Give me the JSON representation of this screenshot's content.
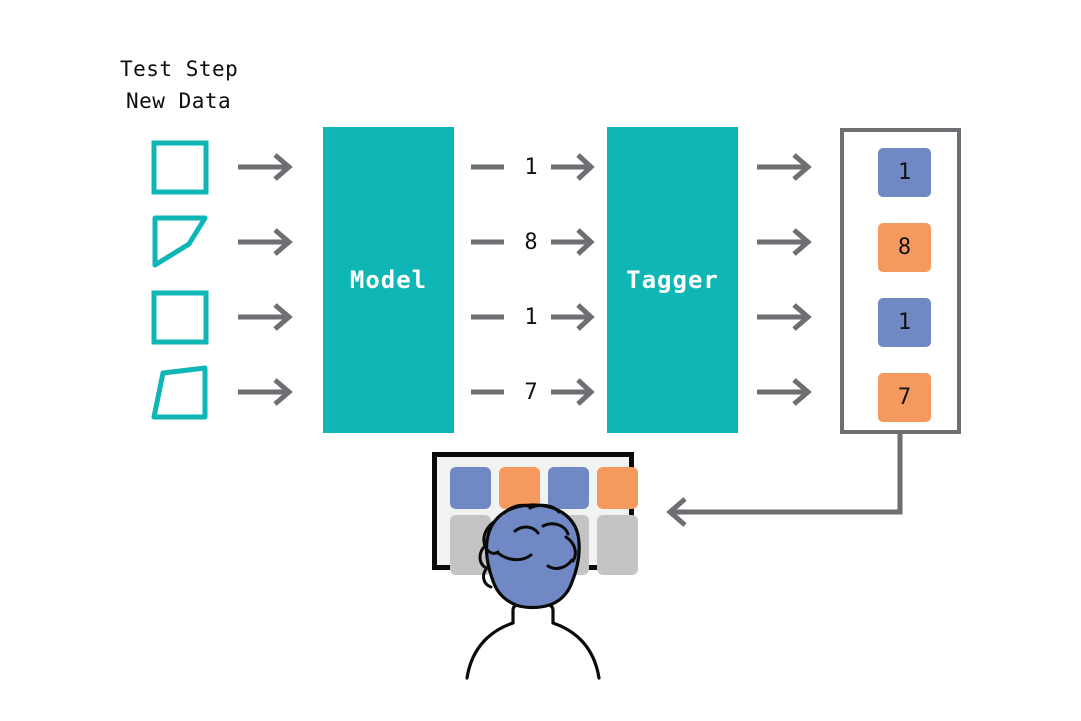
{
  "diagram": {
    "title_line1": "Test Step",
    "title_line2": "New Data",
    "colors": {
      "teal": "#0fb6b6",
      "arrow_gray": "#6e6e73",
      "blue": "#7089c5",
      "orange": "#f59a5e",
      "screen_gray": "#c4c4c4",
      "screen_bg": "#f2f2f2",
      "text_dark": "#111111",
      "white": "#ffffff"
    },
    "stages": {
      "model_label": "Model",
      "tagger_label": "Tagger"
    },
    "input_shapes": [
      {
        "name": "square-shape",
        "kind": "square"
      },
      {
        "name": "quad-shape-1",
        "kind": "quadrilateral"
      },
      {
        "name": "square-shape",
        "kind": "square"
      },
      {
        "name": "quad-shape-2",
        "kind": "quadrilateral"
      }
    ],
    "predictions": [
      {
        "dash": "—",
        "value": "1",
        "arrow": "→"
      },
      {
        "dash": "—",
        "value": "8",
        "arrow": "→"
      },
      {
        "dash": "—",
        "value": "1",
        "arrow": "→"
      },
      {
        "dash": "—",
        "value": "7",
        "arrow": "→"
      }
    ],
    "tagged_results": [
      {
        "value": "1",
        "color": "#7089c5"
      },
      {
        "value": "8",
        "color": "#f59a5e"
      },
      {
        "value": "1",
        "color": "#7089c5"
      },
      {
        "value": "7",
        "color": "#f59a5e"
      }
    ],
    "review_screen": {
      "top_row_colors": [
        "#7089c5",
        "#f59a5e",
        "#7089c5",
        "#f59a5e"
      ],
      "bottom_row_colors": [
        "#c4c4c4",
        "#c4c4c4",
        "#c4c4c4",
        "#c4c4c4"
      ]
    },
    "arrows": {
      "input_arrow": "→",
      "output_arrow": "→",
      "feedback_arrow": "←"
    }
  }
}
